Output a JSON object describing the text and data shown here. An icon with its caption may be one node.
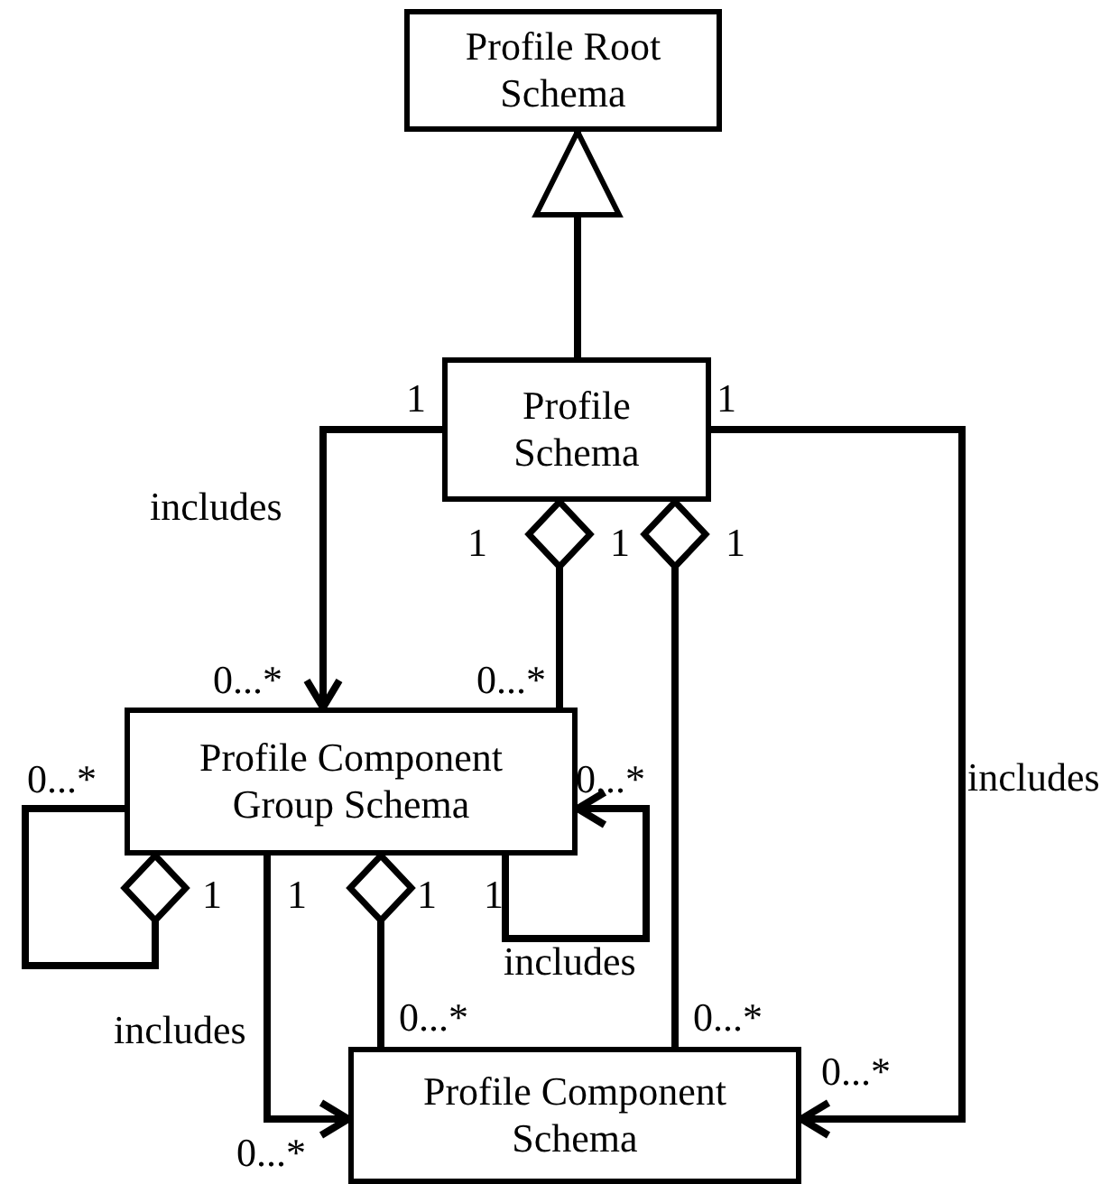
{
  "diagram": {
    "nodes": [
      {
        "text": [
          "Profile Root Schema"
        ]
      },
      {
        "text": [
          "Profile Schema"
        ]
      },
      {
        "text": [
          "Profile Component Group Schema"
        ]
      },
      {
        "text": [
          "Profile Component Schema"
        ]
      }
    ],
    "edges": [
      {
        "from": 1,
        "to": 0,
        "arrow": "to"
      },
      {
        "from": 1,
        "to": 2,
        "arrow": "to",
        "label": "includes"
      },
      {
        "from": 1,
        "to": 2,
        "arrow": "other"
      },
      {
        "from": 1,
        "to": 3,
        "arrow": "other"
      },
      {
        "from": 1,
        "to": 3,
        "arrow": "to",
        "label": "includes"
      },
      {
        "from": 2,
        "to": 2,
        "arrow": "other"
      },
      {
        "from": 2,
        "to": 3,
        "arrow": "to",
        "label": "includes"
      },
      {
        "from": 2,
        "to": 3,
        "arrow": "other"
      },
      {
        "from": 2,
        "to": 2,
        "arrow": "to",
        "label": "includes"
      }
    ],
    "labels": [
      "1",
      "1",
      "1",
      "1",
      "1",
      "0...*",
      "0...*",
      "0...*",
      "0...*",
      "1",
      "1",
      "1",
      "1",
      "0...*",
      "0...*",
      "0...*",
      "0...*"
    ]
  }
}
